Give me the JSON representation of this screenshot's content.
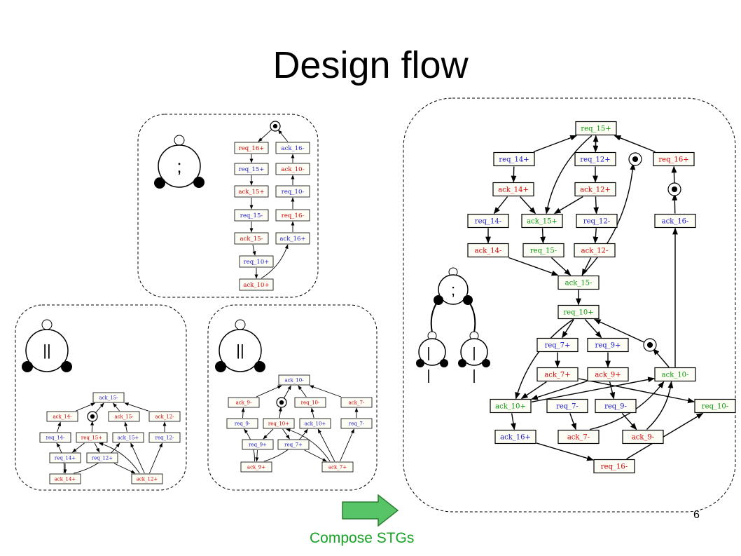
{
  "slide": {
    "title": "Design flow",
    "page_number": "6",
    "caption": "Compose STGs",
    "op_seq": ";",
    "op_par": "||",
    "op_bar": "|"
  },
  "colors": {
    "red": "#d10000",
    "blue": "#1a1acc",
    "green": "#0a9a0a",
    "box_fill": "#fdfdf5",
    "arrow_fill": "#58c468",
    "arrow_stroke": "#2e7d32"
  },
  "panels": {
    "seq": {
      "nodes": {
        "r16p": {
          "label": "req_16+",
          "color": "red"
        },
        "r15p": {
          "label": "req_15+",
          "color": "blue"
        },
        "a15p": {
          "label": "ack_15+",
          "color": "red"
        },
        "r15m": {
          "label": "req_15-",
          "color": "blue"
        },
        "a15m": {
          "label": "ack_15-",
          "color": "red"
        },
        "r10p": {
          "label": "req_10+",
          "color": "blue"
        },
        "a10p": {
          "label": "ack_10+",
          "color": "red"
        },
        "a16m": {
          "label": "ack_16-",
          "color": "blue"
        },
        "a10m": {
          "label": "ack_10-",
          "color": "red"
        },
        "r10m": {
          "label": "req_10-",
          "color": "blue"
        },
        "r16m": {
          "label": "req_16-",
          "color": "red"
        },
        "a16p": {
          "label": "ack_16+",
          "color": "blue"
        }
      }
    },
    "par1": {
      "nodes": {
        "a15m": {
          "label": "ack_15-",
          "color": "blue"
        },
        "a14m": {
          "label": "ack_14-",
          "color": "red"
        },
        "a15mr": {
          "label": "ack_15-",
          "color": "red"
        },
        "a12m": {
          "label": "ack_12-",
          "color": "red"
        },
        "r14m": {
          "label": "req_14-",
          "color": "blue"
        },
        "r15p": {
          "label": "req_15+",
          "color": "red"
        },
        "a15p": {
          "label": "ack_15+",
          "color": "blue"
        },
        "r12m": {
          "label": "req_12-",
          "color": "blue"
        },
        "r14p": {
          "label": "req_14+",
          "color": "blue"
        },
        "r12p": {
          "label": "req_12+",
          "color": "blue"
        },
        "a14p": {
          "label": "ack_14+",
          "color": "red"
        },
        "a12p": {
          "label": "ack_12+",
          "color": "red"
        }
      }
    },
    "par2": {
      "nodes": {
        "a10m": {
          "label": "ack_10-",
          "color": "blue"
        },
        "a9m": {
          "label": "ack_9-",
          "color": "red"
        },
        "r10m": {
          "label": "req_10-",
          "color": "red"
        },
        "a7m": {
          "label": "ack_7-",
          "color": "red"
        },
        "r9m": {
          "label": "req_9-",
          "color": "blue"
        },
        "r10p": {
          "label": "req_10+",
          "color": "red"
        },
        "a10p": {
          "label": "ack_10+",
          "color": "blue"
        },
        "r7m": {
          "label": "req_7-",
          "color": "blue"
        },
        "r9p": {
          "label": "req_9+",
          "color": "blue"
        },
        "r7p": {
          "label": "req_7+",
          "color": "blue"
        },
        "a9p": {
          "label": "ack_9+",
          "color": "red"
        },
        "a7p": {
          "label": "ack_7+",
          "color": "red"
        }
      }
    },
    "composed": {
      "nodes": {
        "r15p": {
          "label": "req_15+",
          "color": "green"
        },
        "r14p": {
          "label": "req_14+",
          "color": "blue"
        },
        "r12p": {
          "label": "req_12+",
          "color": "blue"
        },
        "r16p": {
          "label": "req_16+",
          "color": "red"
        },
        "a14p": {
          "label": "ack_14+",
          "color": "red"
        },
        "a12p": {
          "label": "ack_12+",
          "color": "red"
        },
        "r14m": {
          "label": "req_14-",
          "color": "blue"
        },
        "a15p": {
          "label": "ack_15+",
          "color": "green"
        },
        "r12m": {
          "label": "req_12-",
          "color": "blue"
        },
        "a16m": {
          "label": "ack_16-",
          "color": "blue"
        },
        "a14m": {
          "label": "ack_14-",
          "color": "red"
        },
        "r15m": {
          "label": "req_15-",
          "color": "green"
        },
        "a12m": {
          "label": "ack_12-",
          "color": "red"
        },
        "a15m": {
          "label": "ack_15-",
          "color": "green"
        },
        "r10p": {
          "label": "req_10+",
          "color": "green"
        },
        "r7p": {
          "label": "req_7+",
          "color": "blue"
        },
        "r9p": {
          "label": "req_9+",
          "color": "blue"
        },
        "a7p": {
          "label": "ack_7+",
          "color": "red"
        },
        "a9p": {
          "label": "ack_9+",
          "color": "red"
        },
        "a10m": {
          "label": "ack_10-",
          "color": "green"
        },
        "a10p": {
          "label": "ack_10+",
          "color": "green"
        },
        "r7m": {
          "label": "req_7-",
          "color": "blue"
        },
        "r9m": {
          "label": "req_9-",
          "color": "blue"
        },
        "r10m": {
          "label": "req_10-",
          "color": "green"
        },
        "a16p": {
          "label": "ack_16+",
          "color": "blue"
        },
        "a7m": {
          "label": "ack_7-",
          "color": "red"
        },
        "a9m": {
          "label": "ack_9-",
          "color": "red"
        },
        "r16m": {
          "label": "req_16-",
          "color": "red"
        }
      }
    }
  }
}
